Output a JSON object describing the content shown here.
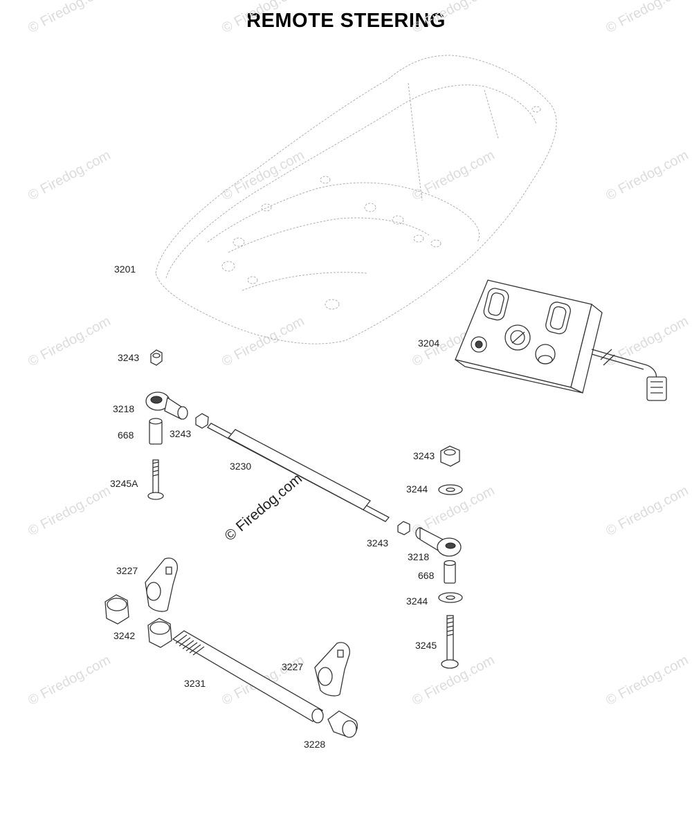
{
  "title": "REMOTE STEERING",
  "watermark_text": "© Firedog.com",
  "parts": {
    "p3201": "3201",
    "p3204": "3204",
    "p3243_a": "3243",
    "p3218_a": "3218",
    "p668_a": "668",
    "p3243_b": "3243",
    "p3245A": "3245A",
    "p3230": "3230",
    "p3243_c": "3243",
    "p3244_a": "3244",
    "p3243_d": "3243",
    "p3218_b": "3218",
    "p668_b": "668",
    "p3244_b": "3244",
    "p3245": "3245",
    "p3227_a": "3227",
    "p3242": "3242",
    "p3231": "3231",
    "p3227_b": "3227",
    "p3228": "3228"
  },
  "icons": {
    "hull": "hull-outline-icon",
    "control_box": "control-box-icon",
    "nut": "nut-icon",
    "rod_end": "rod-end-icon",
    "spacer": "spacer-icon",
    "bolt": "bolt-icon",
    "washer": "washer-icon",
    "rod": "steering-rod-icon",
    "bracket": "bracket-icon",
    "threaded_shaft": "threaded-shaft-icon",
    "bushing": "bushing-icon"
  }
}
